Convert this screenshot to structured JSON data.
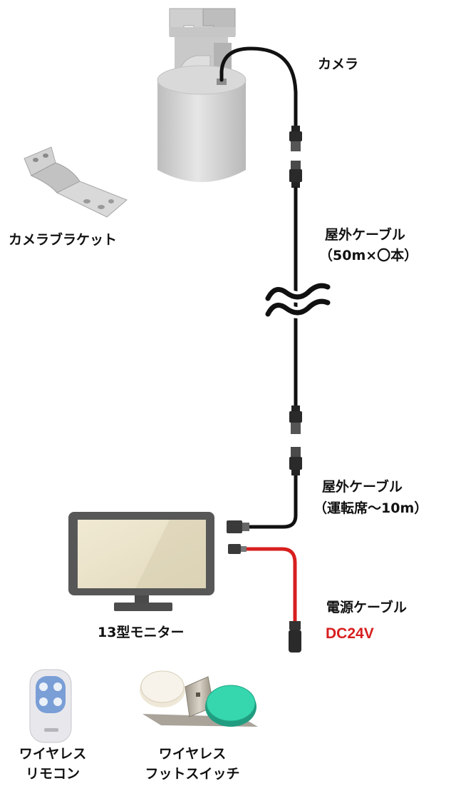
{
  "labels": {
    "camera": "カメラ",
    "camera_bracket": "カメラブラケット",
    "outdoor_cable_1": "屋外ケーブル",
    "outdoor_cable_1_spec": "（50m×〇本）",
    "outdoor_cable_2": "屋外ケーブル",
    "outdoor_cable_2_spec": "（運転席〜10m）",
    "power_cable": "電源ケーブル",
    "voltage": "DC24V",
    "monitor": "13型モニター",
    "remote_line1": "ワイヤレス",
    "remote_line2": "リモコン",
    "footswitch_line1": "ワイヤレス",
    "footswitch_line2": "フットスイッチ"
  },
  "colors": {
    "cable": "#111111",
    "power_cable": "#d81e1e",
    "voltage_text": "#d81e1e",
    "monitor_frame": "#555555",
    "monitor_screen": "#e9e1c8",
    "camera_body": "#cfcfcf",
    "footswitch_white": "#f3efe6",
    "footswitch_green": "#30cfa6"
  },
  "icons": {
    "camera": "camera-icon",
    "bracket": "bracket-icon",
    "monitor": "monitor-icon",
    "remote": "remote-control-icon",
    "footswitch": "footswitch-icon",
    "break": "cable-break-icon"
  }
}
